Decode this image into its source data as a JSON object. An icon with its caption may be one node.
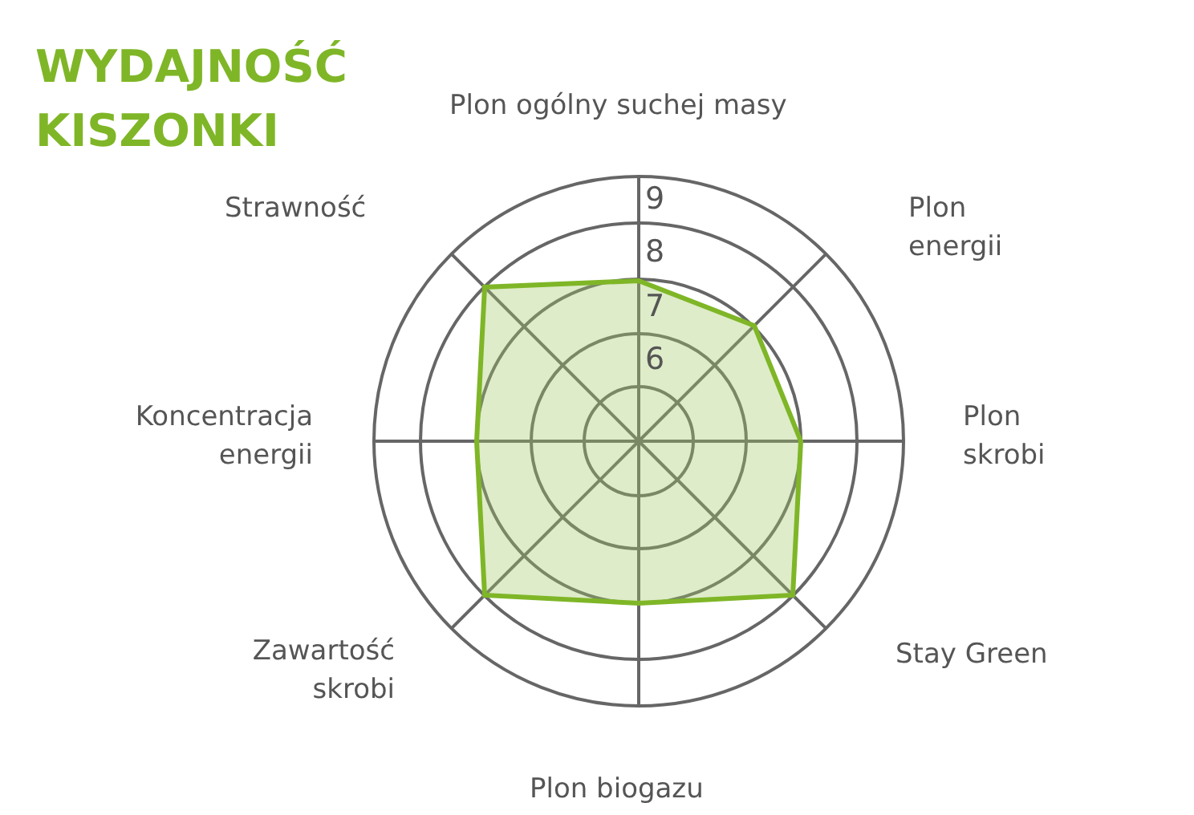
{
  "diagram": {
    "title": "WYDAJNOŚĆ KISZONKI",
    "labels": [
      "Plon ogólny suchej masy",
      "Strawność",
      "Plon energii",
      "Koncentracja energii",
      "Plon skrobi",
      "Zawartość skrobi",
      "Stay Green",
      "Plon biogazu",
      "9",
      "8",
      "7",
      "6"
    ]
  }
}
